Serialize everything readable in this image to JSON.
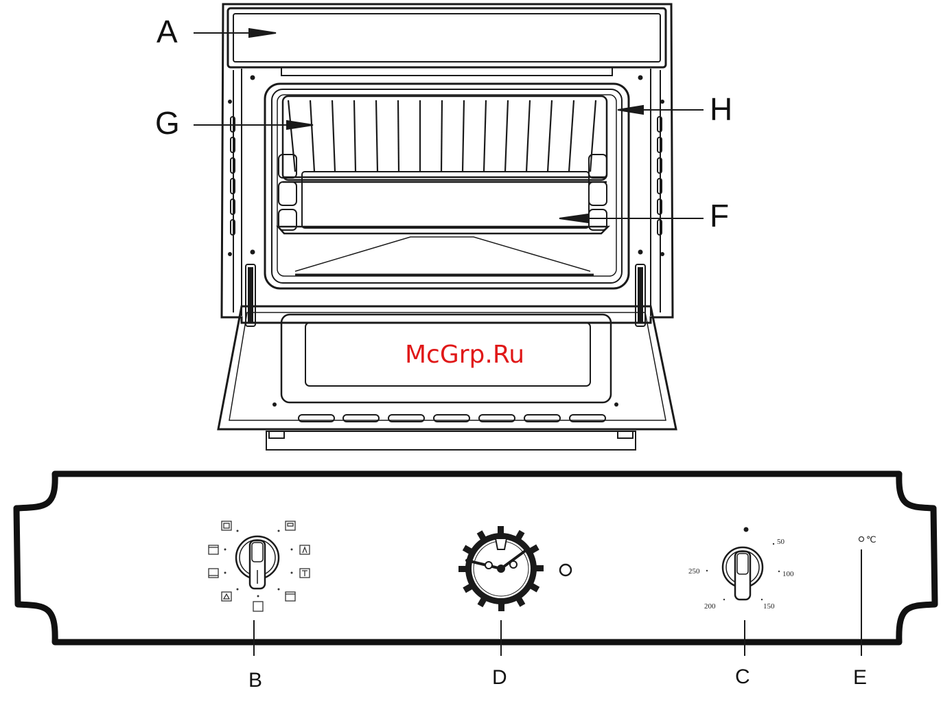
{
  "callouts": {
    "A": "A",
    "G": "G",
    "H": "H",
    "F": "F",
    "B": "B",
    "D": "D",
    "C": "C",
    "E": "E"
  },
  "watermark": "McGrp.Ru",
  "temperature_scale": {
    "labels": [
      "50",
      "100",
      "150",
      "200",
      "250"
    ]
  },
  "indicator": {
    "unit": "℃"
  }
}
